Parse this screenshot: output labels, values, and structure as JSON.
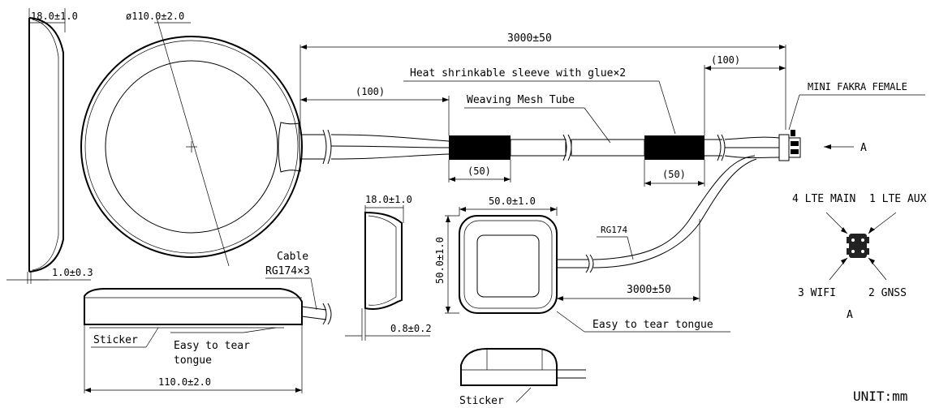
{
  "dims": {
    "side_thickness": "18.0±1.0",
    "diameter": "ø110.0±2.0",
    "cable_length_main": "3000±50",
    "left_sleeve_len": "(100)",
    "right_sleeve_len": "(100)",
    "sleeve_black_left": "(50)",
    "sleeve_black_right": "(50)",
    "base_offset": "1.0±0.3",
    "side_width_bottom": "110.0±2.0",
    "gnss_thickness": "18.0±1.0",
    "gnss_offset": "0.8±0.2",
    "gnss_width": "50.0±1.0",
    "gnss_height": "50.0±1.0",
    "gnss_cable_length": "3000±50"
  },
  "labels": {
    "heat_shrink": "Heat shrinkable sleeve with glue×2",
    "mesh_tube": "Weaving Mesh Tube",
    "connector": "MINI FAKRA FEMALE",
    "view_arrow": "A",
    "cable_line1": "Cable",
    "cable_line2": "RG174×3",
    "sticker_left": "Sticker",
    "tear_line1": "Easy to tear",
    "tear_line2": "tongue",
    "rg174": "RG174",
    "tear_right": "Easy to tear tongue",
    "sticker_bottom": "Sticker",
    "unit": "UNIT:mm"
  },
  "pins": {
    "p4": "4 LTE MAIN",
    "p1": "1 LTE AUX",
    "p3": "3 WIFI",
    "p2": "2 GNSS",
    "view": "A"
  }
}
